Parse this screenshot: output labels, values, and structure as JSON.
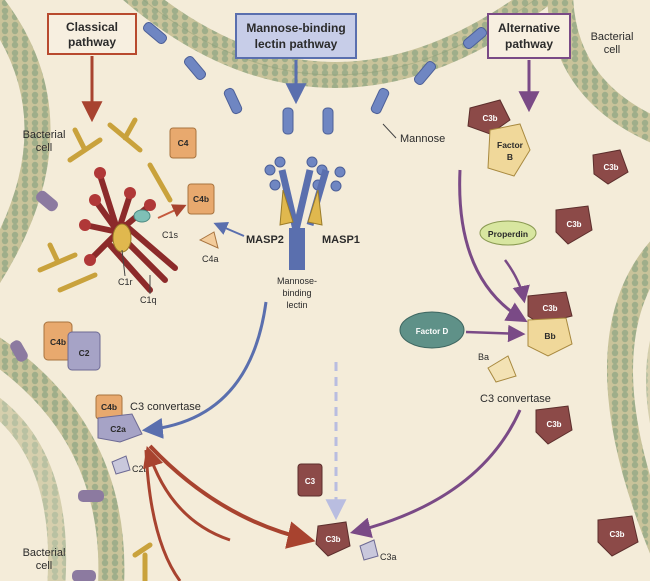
{
  "pathways": {
    "classical": "Classical pathway",
    "mbl": "Mannose-binding lectin pathway",
    "alternative": "Alternative pathway"
  },
  "labels": {
    "bacterial_cell_top_left": "Bacterial cell",
    "bacterial_cell_top_right": "Bacterial cell",
    "bacterial_cell_bottom_left": "Bacterial cell",
    "mannose": "Mannose",
    "c1r": "C1r",
    "c1s": "C1s",
    "c1q": "C1q",
    "c4": "C4",
    "c4b": "C4b",
    "c4a": "C4a",
    "masp2": "MASP2",
    "masp1": "MASP1",
    "mbl_protein": "Mannose-binding lectin",
    "c2": "C2",
    "c2a": "C2a",
    "c2b": "C2b",
    "c3_convertase_left": "C3 convertase",
    "c3_convertase_right": "C3 convertase",
    "factor_b": "Factor B",
    "properdin": "Properdin",
    "factor_d": "Factor D",
    "bb": "Bb",
    "ba": "Ba",
    "c3": "C3",
    "c3b": "C3b",
    "c3a": "C3a"
  },
  "colors": {
    "background": "#f4ecd9",
    "membrane_head": "#9fae8a",
    "membrane_tail": "#c9c39a",
    "classical_arrow": "#a8432f",
    "mbl_arrow": "#5a6fae",
    "alternative_arrow": "#7a4a86",
    "c3b_protein": "#8c4a48",
    "c4_protein": "#e8a96e",
    "c2_protein": "#a6a3c6",
    "properdin": "#d8e6a0",
    "factor_d": "#5f9188"
  }
}
